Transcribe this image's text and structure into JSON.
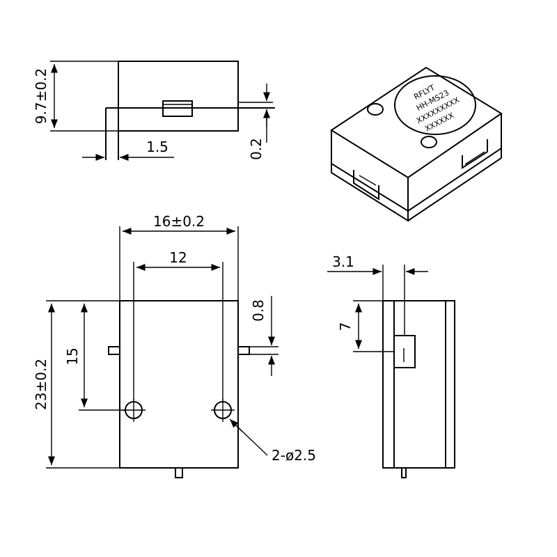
{
  "dimensions": {
    "height_side": "9.7±0.2",
    "pin_width": "1.5",
    "pin_gap": "0.2",
    "body_width": "16±0.2",
    "hole_spacing": "12",
    "pin_height": "0.8",
    "hole_vertical": "15",
    "body_height": "23±0.2",
    "holes": "2-ø2.5",
    "side_depth": "3.1",
    "side_offset": "7"
  },
  "label": {
    "brand": "RFLYT",
    "line1": "HH-MS23",
    "line2": "XXXXXXXXX",
    "line3": "XXXXXX"
  }
}
